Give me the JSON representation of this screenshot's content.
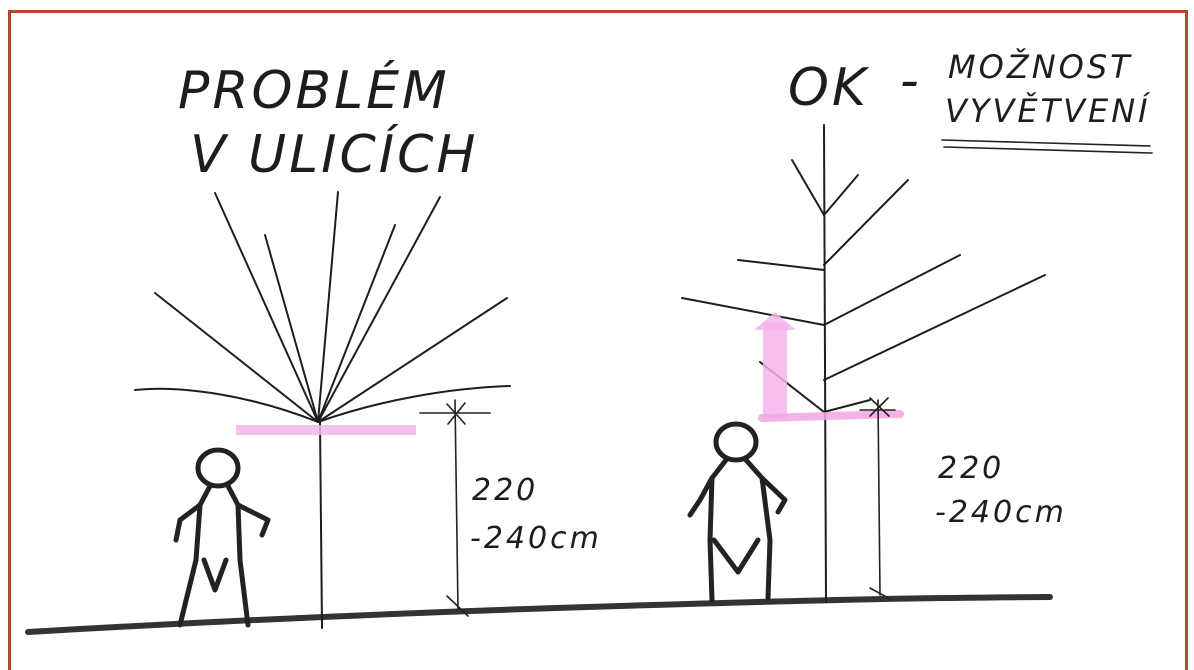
{
  "left_sketch": {
    "title_line1": "PROBLÉM",
    "title_line2": "V ULICÍCH",
    "height_label_line1": "220",
    "height_label_line2": "-240cm"
  },
  "right_sketch": {
    "title_ok": "OK",
    "title_dash": "-",
    "title_line1": "MOŽNOST",
    "title_line2": "VYVĚTVENÍ",
    "height_label_line1": "220",
    "height_label_line2": "-240cm"
  },
  "colors": {
    "frame": "#b24a2a",
    "ink": "#1e1e1e",
    "highlight": "#f6b4ea"
  }
}
